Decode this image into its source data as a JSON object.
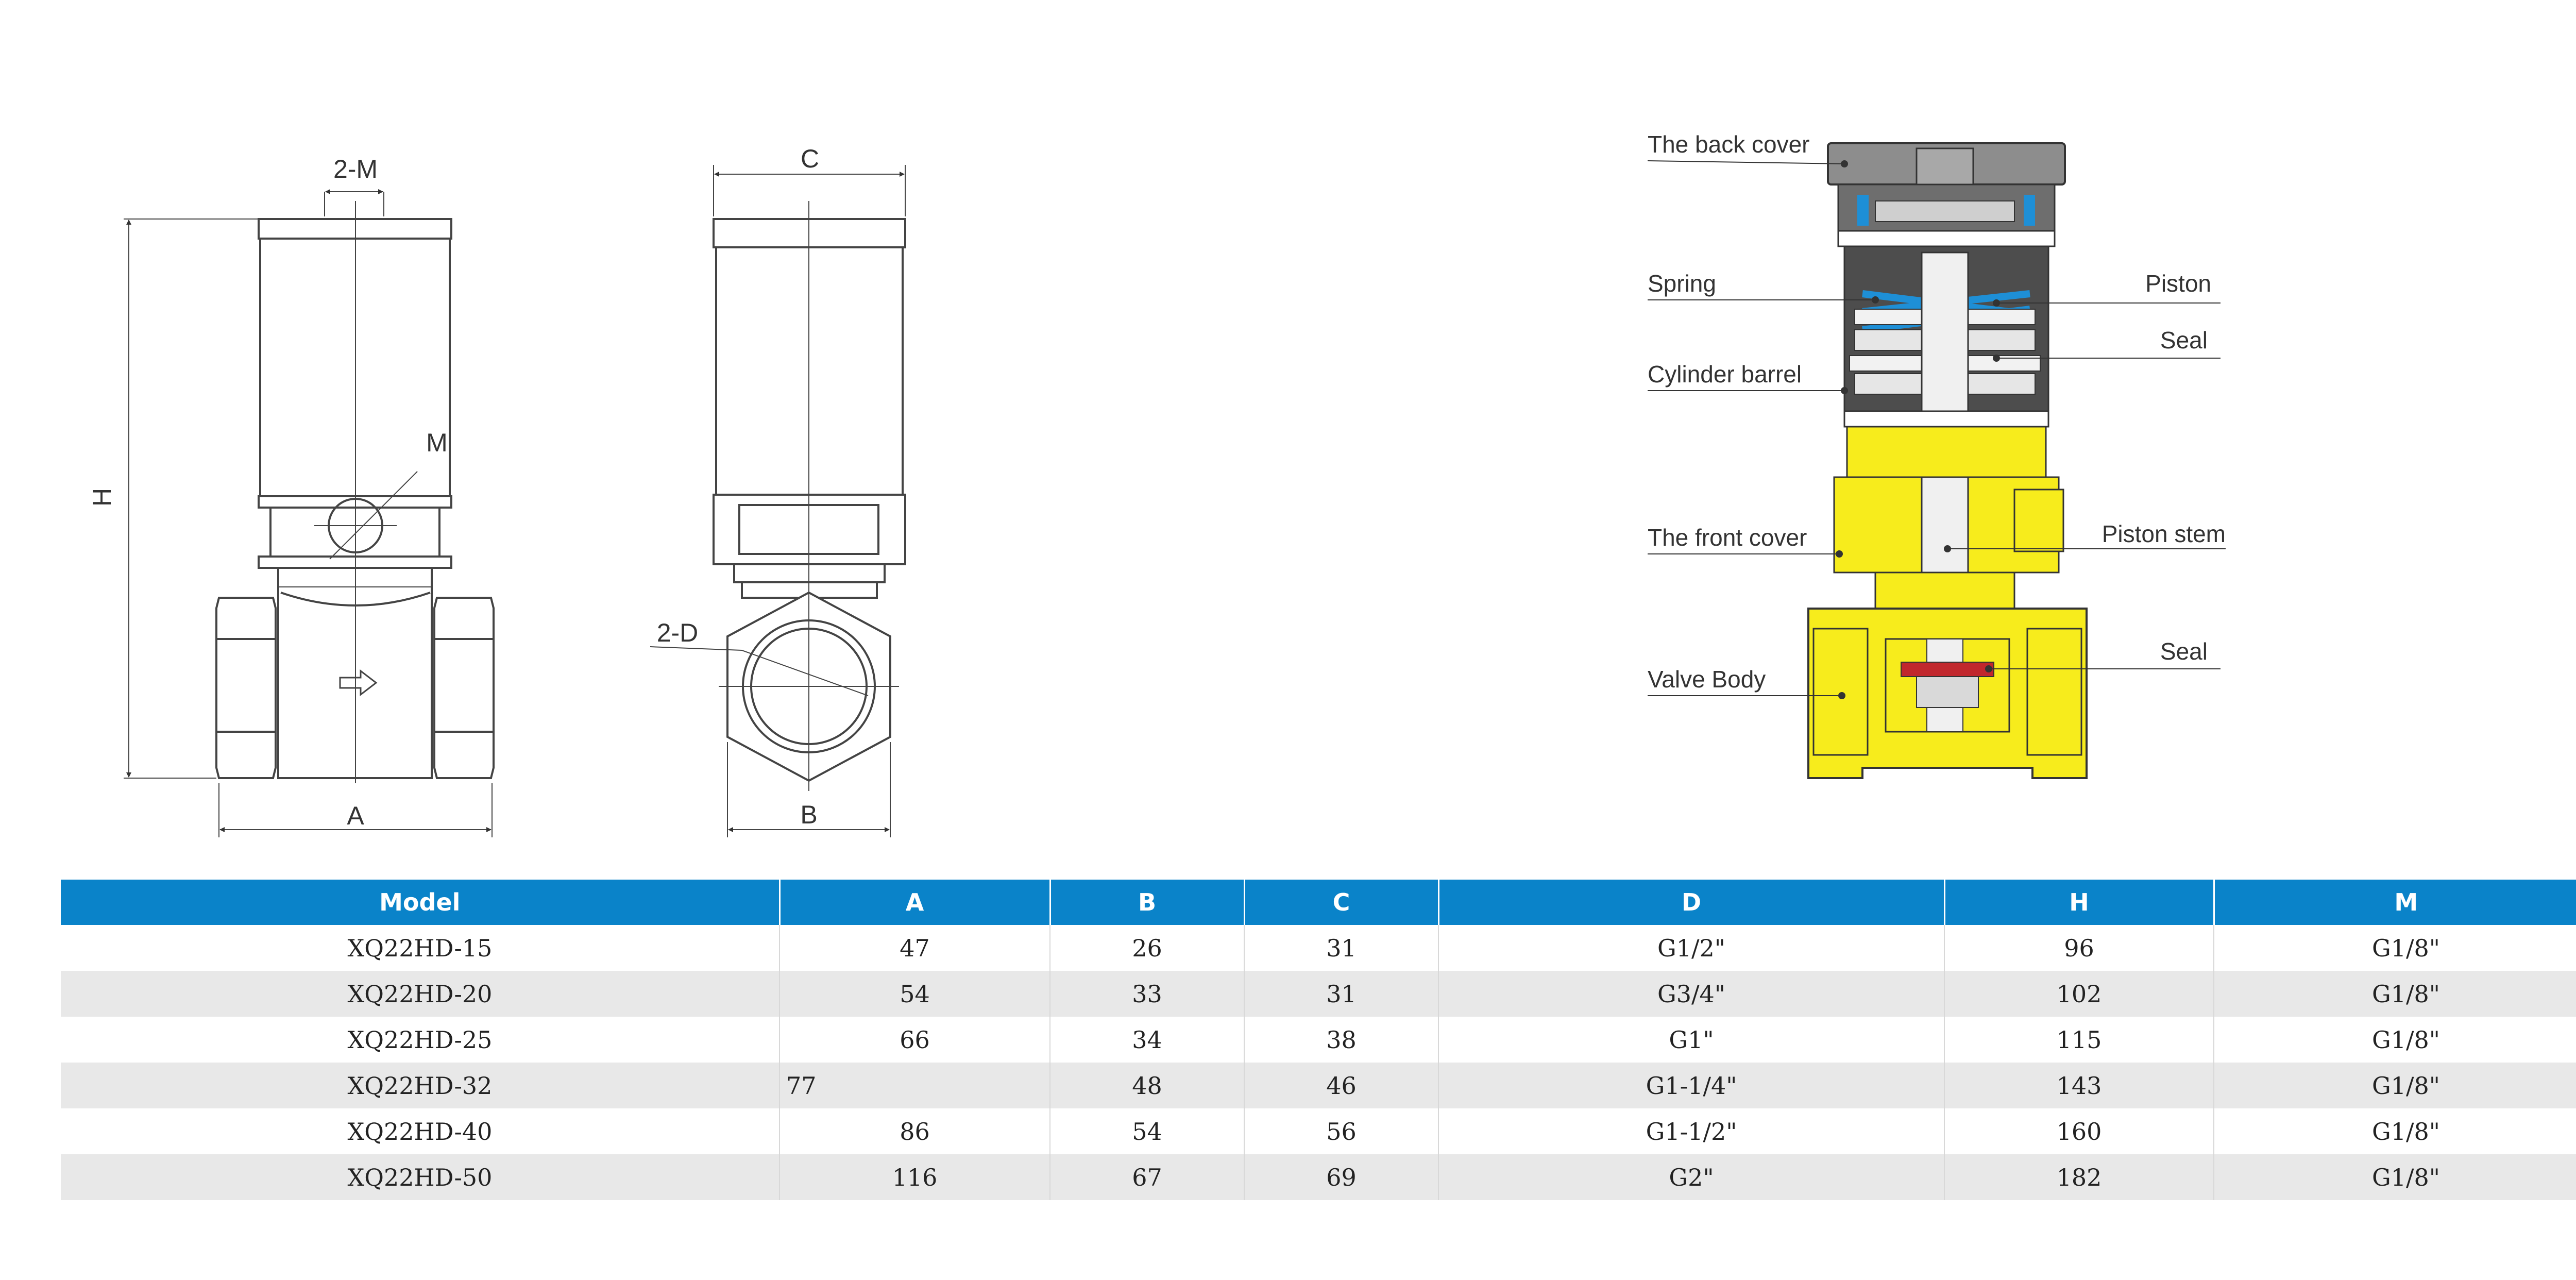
{
  "front_view": {
    "dim_top": "2-M",
    "dim_height": "H",
    "dim_port": "M",
    "dim_width": "A"
  },
  "side_view": {
    "dim_top": "C",
    "dim_thread": "2-D",
    "dim_width": "B"
  },
  "section_view": {
    "labels_left": [
      "The back cover",
      "Spring",
      "Cylinder barrel",
      "The front cover",
      "Valve Body"
    ],
    "labels_right": [
      "Piston",
      "Seal",
      "Piston stem",
      "Seal"
    ],
    "colors": {
      "body": "#f7ec1c",
      "spring": "#1e8fd6",
      "seal": "#c1272d",
      "cover": "#8d8d8d",
      "barrel": "#4d4d4d"
    }
  },
  "table": {
    "header_color": "#0a83c9",
    "columns": [
      "Model",
      "A",
      "B",
      "C",
      "D",
      "H",
      "M"
    ],
    "rows": [
      [
        "XQ22HD-15",
        "47",
        "26",
        "31",
        "G1/2\"",
        "96",
        "G1/8\""
      ],
      [
        "XQ22HD-20",
        "54",
        "33",
        "31",
        "G3/4\"",
        "102",
        "G1/8\""
      ],
      [
        "XQ22HD-25",
        "66",
        "34",
        "38",
        "G1\"",
        "115",
        "G1/8\""
      ],
      [
        "XQ22HD-32",
        "77",
        "48",
        "46",
        "G1-1/4\"",
        "143",
        "G1/8\""
      ],
      [
        "XQ22HD-40",
        "86",
        "54",
        "56",
        "G1-1/2\"",
        "160",
        "G1/8\""
      ],
      [
        "XQ22HD-50",
        "116",
        "67",
        "69",
        "G2\"",
        "182",
        "G1/8\""
      ]
    ]
  }
}
